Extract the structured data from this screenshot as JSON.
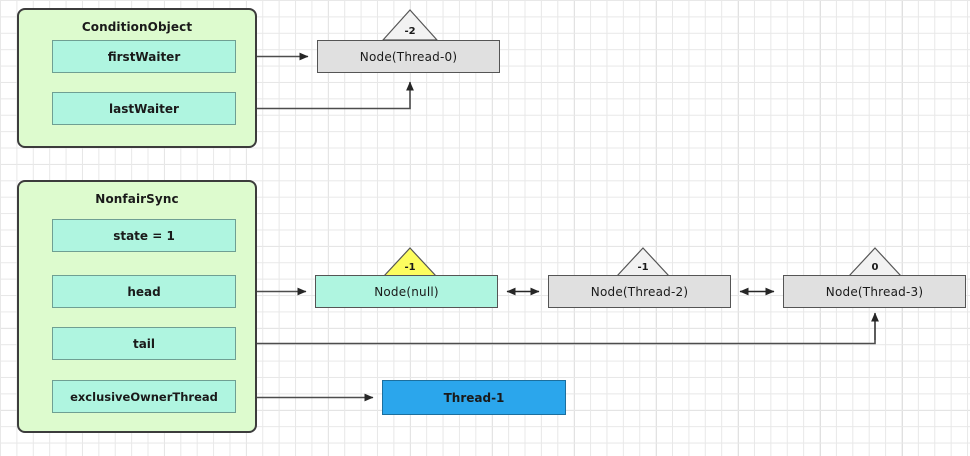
{
  "diagram": {
    "title_hidden": "",
    "background": {
      "grid": "true",
      "minor_color": "#e8e8e8",
      "major_color": "#d8d8d8"
    },
    "colors": {
      "group_fill": "#ddfbce",
      "group_border": "#3c3c3c",
      "field_fill": "#aff5e0",
      "field_border": "#6f9f93",
      "node_gray_fill": "#e0e0e0",
      "node_cyan_fill": "#aff5e0",
      "node_border": "#555555",
      "thread_fill": "#2ba6ec",
      "thread_border": "#1c6f9e",
      "triangle_yellow_fill": "#fdfd5f",
      "triangle_white_fill": "#f2f2f2",
      "triangle_border": "#555555",
      "edge_color": "#4d4d4d"
    },
    "groups": [
      {
        "id": "condition-object",
        "title": "ConditionObject",
        "fields": [
          {
            "id": "firstWaiter",
            "label": "firstWaiter"
          },
          {
            "id": "lastWaiter",
            "label": "lastWaiter"
          }
        ]
      },
      {
        "id": "nonfair-sync",
        "title": "NonfairSync",
        "fields": [
          {
            "id": "state",
            "label": "state = 1"
          },
          {
            "id": "head",
            "label": "head"
          },
          {
            "id": "tail",
            "label": "tail"
          },
          {
            "id": "exclusiveOwnerThread",
            "label": "exclusiveOwnerThread"
          }
        ]
      }
    ],
    "nodes": [
      {
        "id": "node-thread-0",
        "label": "Node(Thread-0)",
        "waitStatus": "-2",
        "fill": "gray",
        "triangle": "white"
      },
      {
        "id": "node-null",
        "label": "Node(null)",
        "waitStatus": "-1",
        "fill": "cyan",
        "triangle": "yellow"
      },
      {
        "id": "node-thread-2",
        "label": "Node(Thread-2)",
        "waitStatus": "-1",
        "fill": "gray",
        "triangle": "white"
      },
      {
        "id": "node-thread-3",
        "label": "Node(Thread-3)",
        "waitStatus": "0",
        "fill": "gray",
        "triangle": "white"
      }
    ],
    "threads": [
      {
        "id": "thread-1",
        "label": "Thread-1"
      }
    ],
    "edges": [
      {
        "from": "firstWaiter",
        "to": "node-thread-0",
        "direction": "one-way"
      },
      {
        "from": "lastWaiter",
        "to": "node-thread-0",
        "direction": "one-way"
      },
      {
        "from": "head",
        "to": "node-null",
        "direction": "one-way"
      },
      {
        "from": "node-null",
        "to": "node-thread-2",
        "direction": "two-way"
      },
      {
        "from": "node-thread-2",
        "to": "node-thread-3",
        "direction": "two-way"
      },
      {
        "from": "node-thread-3",
        "to": "tail",
        "direction": "one-way"
      },
      {
        "from": "exclusiveOwnerThread",
        "to": "thread-1",
        "direction": "one-way"
      }
    ]
  }
}
